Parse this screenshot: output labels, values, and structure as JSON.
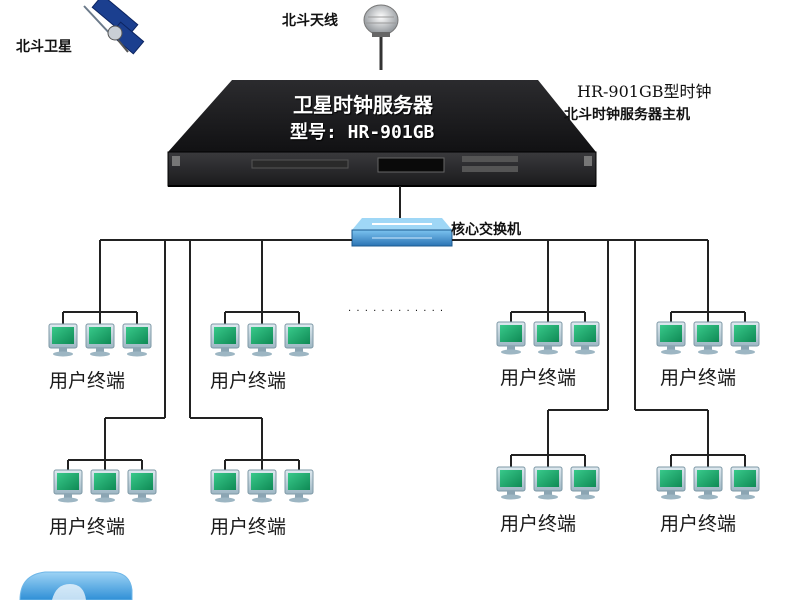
{
  "satellite": {
    "label": "北斗卫星",
    "icon": "satellite-icon"
  },
  "antenna": {
    "label": "北斗天线",
    "icon": "antenna-icon"
  },
  "server": {
    "line1": "卫星时钟服务器",
    "line2": "型号: HR-901GB",
    "model_caption": "HR-901GB型时钟",
    "host_caption": "北斗时钟服务器主机",
    "icon": "server-rack-icon"
  },
  "switch": {
    "label": "核心交换机",
    "icon": "network-switch-icon"
  },
  "ellipsis": ". . . . . . . . . . . .",
  "terminals": [
    {
      "label": "用户终端"
    },
    {
      "label": "用户终端"
    },
    {
      "label": "用户终端"
    },
    {
      "label": "用户终端"
    },
    {
      "label": "用户终端"
    },
    {
      "label": "用户终端"
    },
    {
      "label": "用户终端"
    },
    {
      "label": "用户终端"
    }
  ],
  "colors": {
    "line": "#222222",
    "monitor_frame": "#bcd3de",
    "monitor_screen": "#1aa86b",
    "server_body": "#1d1d1f",
    "switch": "#3a8fd0",
    "logo": "#4aa3e0"
  }
}
